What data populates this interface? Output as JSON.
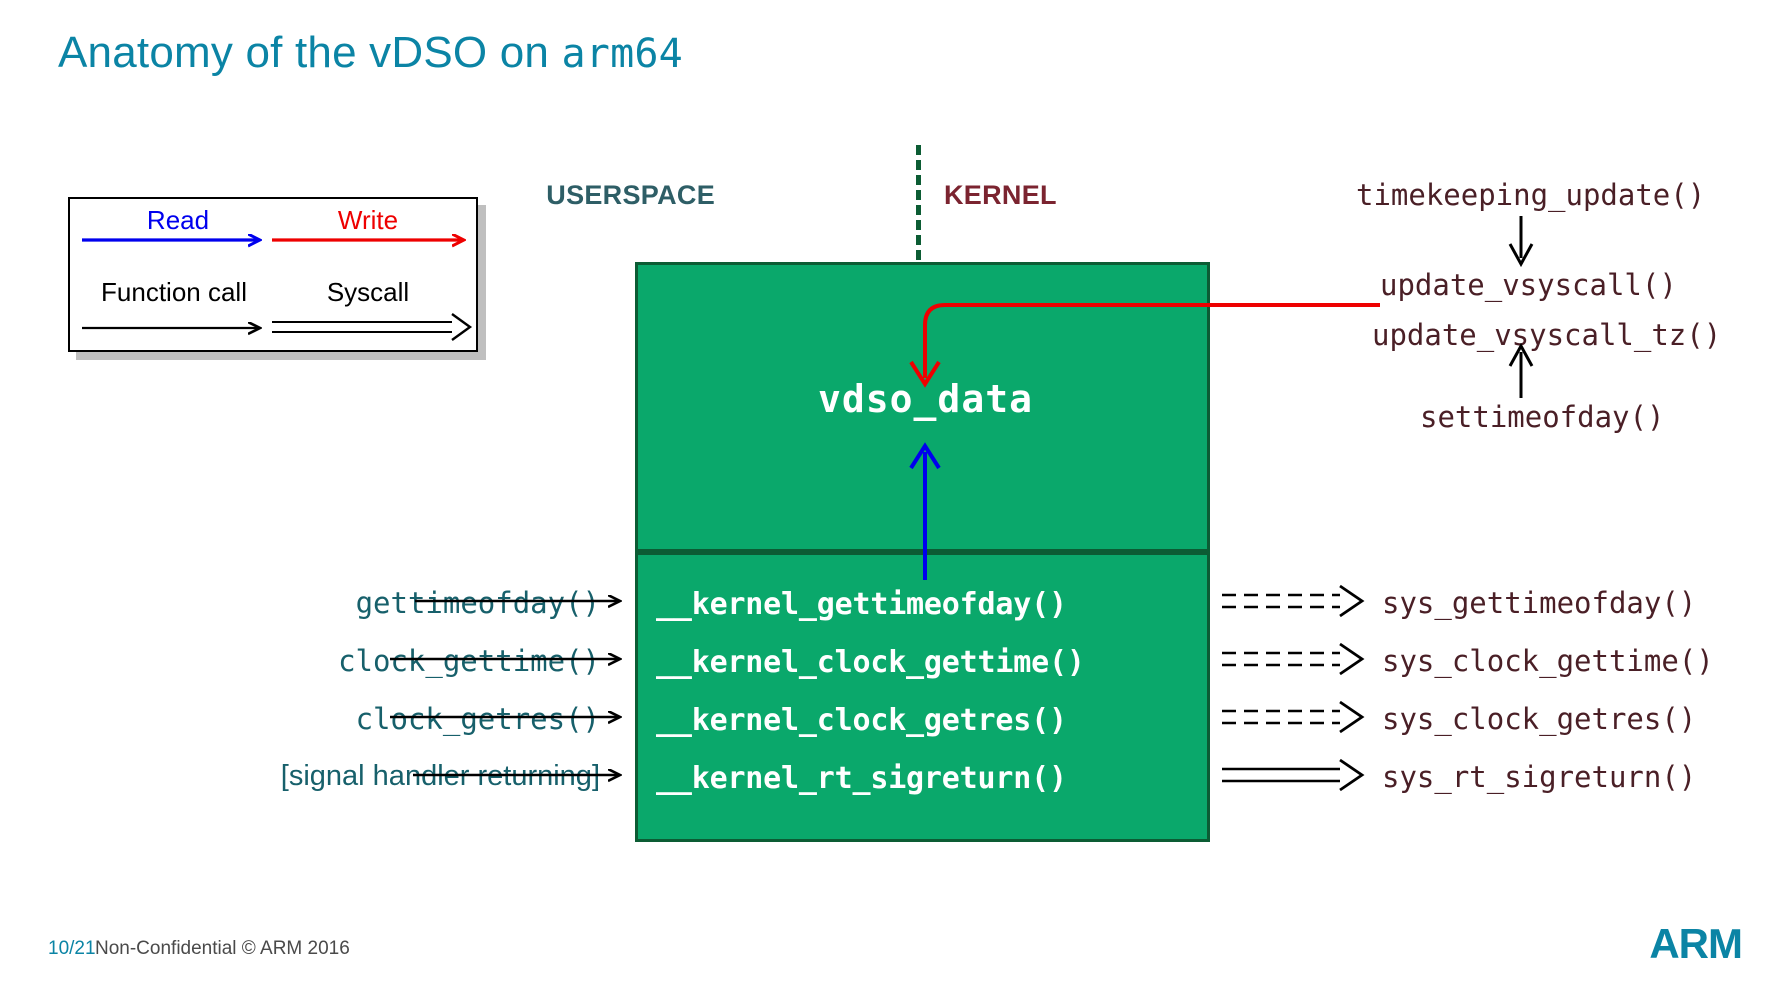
{
  "slide": {
    "title_prefix": "Anatomy of the vDSO on ",
    "title_mono": "arm64",
    "title_color": "#0b84a5",
    "background": "#ffffff"
  },
  "legend": {
    "read_label": "Read",
    "write_label": "Write",
    "function_call_label": "Function call",
    "syscall_label": "Syscall",
    "read_color": "#0000ee",
    "write_color": "#ee0000",
    "line_color": "#000000"
  },
  "divider": {
    "userspace_label": "USERSPACE",
    "kernel_label": "KERNEL",
    "userspace_color": "#2e5e66",
    "kernel_color": "#7b2430",
    "line_color": "#0c5c34"
  },
  "vdso": {
    "data_label": "vdso_data",
    "box_fill": "#0aa86b",
    "box_border": "#0c5c34",
    "text_color": "#ffffff"
  },
  "kernel_functions": [
    "__kernel_gettimeofday()",
    "__kernel_clock_gettime()",
    "__kernel_clock_getres()",
    "__kernel_rt_sigreturn()"
  ],
  "user_calls": [
    {
      "label": "gettimeofday()",
      "mono": true
    },
    {
      "label": "clock_gettime()",
      "mono": true
    },
    {
      "label": "clock_getres()",
      "mono": true
    },
    {
      "label": "[signal handler returning]",
      "mono": false
    }
  ],
  "syscalls": [
    {
      "label": "sys_gettimeofday()",
      "arrow": "dashed-double"
    },
    {
      "label": "sys_clock_gettime()",
      "arrow": "dashed-double"
    },
    {
      "label": "sys_clock_getres()",
      "arrow": "dashed-double"
    },
    {
      "label": "sys_rt_sigreturn()",
      "arrow": "solid-double"
    }
  ],
  "kernel_update_chain": [
    "timekeeping_update()",
    "update_vsyscall()",
    "update_vsyscall_tz()",
    "settimeofday()"
  ],
  "footer": {
    "page": "10/21",
    "note": "Non-Confidential © ARM 2016",
    "logo": "ARM"
  }
}
